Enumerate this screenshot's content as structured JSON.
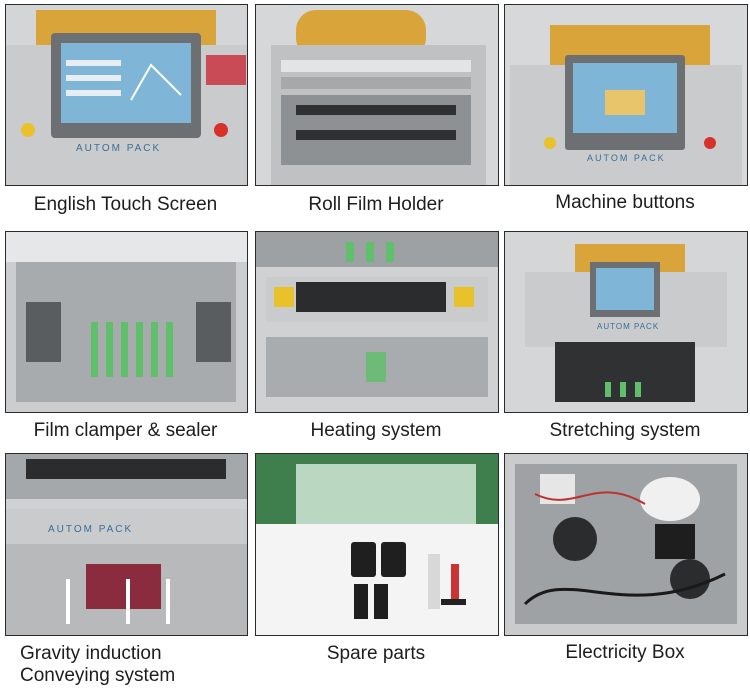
{
  "grid": {
    "panels": [
      {
        "id": "touch-screen",
        "caption": "English Touch Screen",
        "brand_text": "AUTOM PACK"
      },
      {
        "id": "roll-film-holder",
        "caption": "Roll Film Holder"
      },
      {
        "id": "machine-buttons",
        "caption": "Machine buttons",
        "brand_text": "AUTOM PACK"
      },
      {
        "id": "film-clamper",
        "caption": "Film clamper & sealer"
      },
      {
        "id": "heating-system",
        "caption": "Heating system"
      },
      {
        "id": "stretching-system",
        "caption": "Stretching system",
        "brand_text": "AUTOM PACK"
      },
      {
        "id": "gravity-induction",
        "caption_line1": "Gravity induction",
        "caption_line2": "Conveying system",
        "brand_text": "AUTOM PACK"
      },
      {
        "id": "spare-parts",
        "caption": "Spare parts"
      },
      {
        "id": "electricity-box",
        "caption": "Electricity Box"
      }
    ]
  },
  "colors": {
    "steel": "#c9cbcc",
    "steel_dark": "#8e9193",
    "film_amber": "#d9a53a",
    "screen_blue": "#7fb6d8",
    "green": "#5fbf6a",
    "red_button": "#d8312a",
    "yellow_button": "#e9c12a"
  }
}
